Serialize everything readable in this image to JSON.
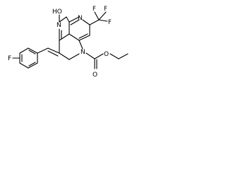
{
  "molecule": {
    "atoms": {
      "fluorine_aryl": "F",
      "hydroxy": "HO",
      "pyrimidine_n1": "N",
      "pyrimidine_n3": "N",
      "cf3_f_top_left": "F",
      "cf3_f_top_right": "F",
      "cf3_f_right": "F",
      "ring_n": "N",
      "carbonyl_o": "O",
      "ester_o": "O"
    }
  }
}
